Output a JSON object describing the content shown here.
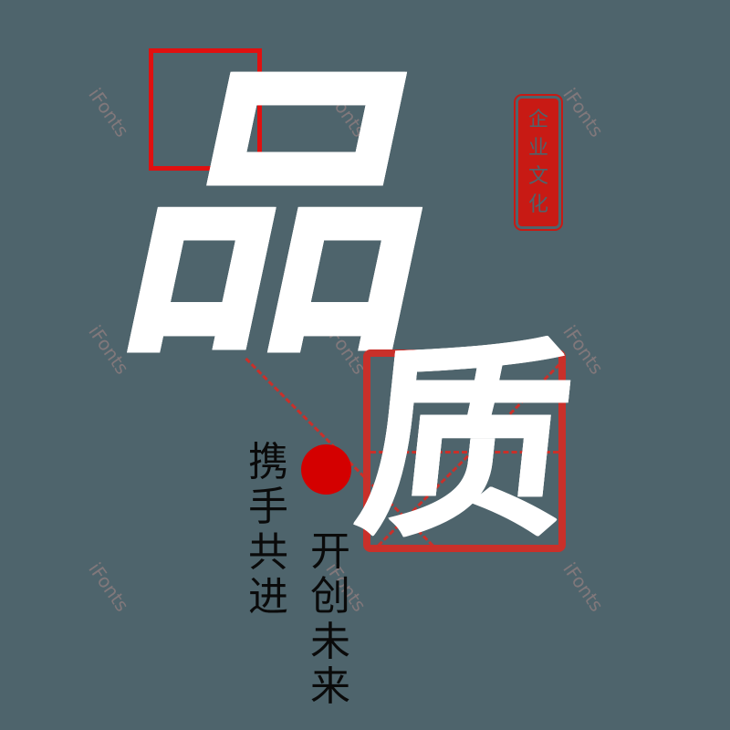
{
  "main_title": {
    "char1": "品",
    "char2": "质"
  },
  "seal": {
    "chars": [
      "企",
      "业",
      "文",
      "化"
    ]
  },
  "slogan_left": {
    "chars": [
      "携",
      "手",
      "共",
      "进"
    ]
  },
  "slogan_right": {
    "chars": [
      "开",
      "创",
      "未",
      "来"
    ]
  },
  "watermark": "iFonts",
  "colors": {
    "background": "#4e646c",
    "accent_red": "#d40000",
    "frame_red": "#e01010",
    "stamp_red": "#c9302a",
    "ink": "#0a0a0a"
  }
}
